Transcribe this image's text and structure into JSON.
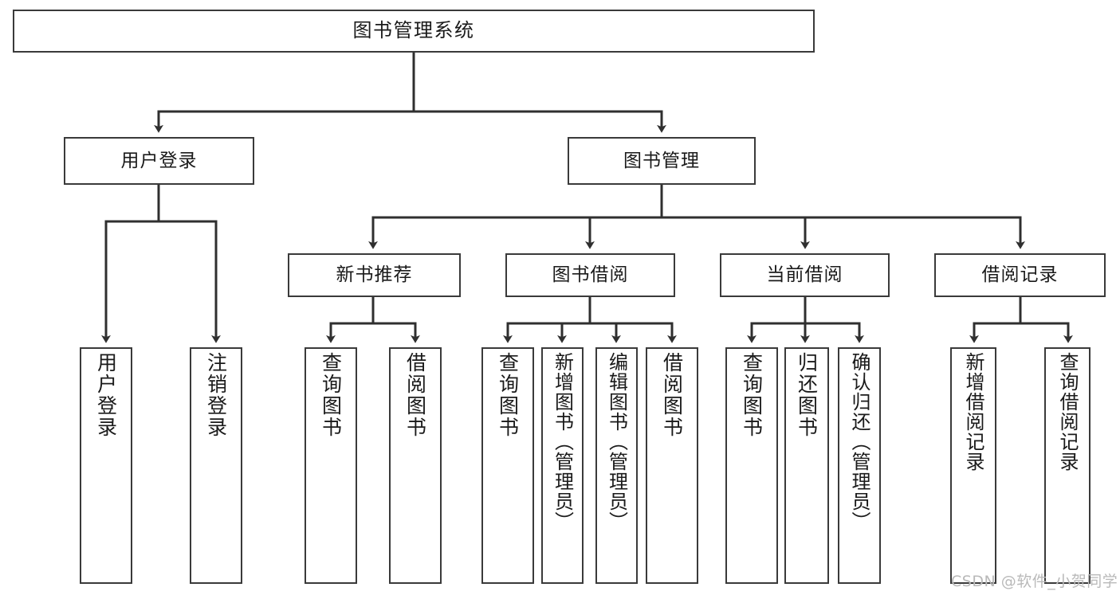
{
  "diagram": {
    "type": "tree-hierarchy",
    "title": "图书管理系统",
    "watermark": "CSDN @软件_小贺同学",
    "colors": {
      "background": "#ffffff",
      "stroke": "#3a3a3a",
      "text": "#1a1a1a",
      "watermark": "#b9b9b9"
    },
    "nodes": {
      "root": {
        "label": "图书管理系统"
      },
      "level2": [
        {
          "id": "user-login",
          "label": "用户登录"
        },
        {
          "id": "book-manage",
          "label": "图书管理"
        }
      ],
      "level3": [
        {
          "id": "new-book-recommend",
          "label": "新书推荐"
        },
        {
          "id": "book-borrow",
          "label": "图书借阅"
        },
        {
          "id": "current-borrow",
          "label": "当前借阅"
        },
        {
          "id": "borrow-record",
          "label": "借阅记录"
        }
      ],
      "leaves": {
        "user_login": [
          {
            "id": "leaf-user-login",
            "label": "用户登录"
          },
          {
            "id": "leaf-logout-login",
            "label": "注销登录"
          }
        ],
        "new_book_recommend": [
          {
            "id": "leaf-query-book-1",
            "label": "查询图书"
          },
          {
            "id": "leaf-borrow-book-1",
            "label": "借阅图书"
          }
        ],
        "book_borrow": [
          {
            "id": "leaf-query-book-2",
            "label": "查询图书"
          },
          {
            "id": "leaf-add-book",
            "label": "新增图书（管理员）"
          },
          {
            "id": "leaf-edit-book",
            "label": "编辑图书（管理员）"
          },
          {
            "id": "leaf-borrow-book-2",
            "label": "借阅图书"
          }
        ],
        "current_borrow": [
          {
            "id": "leaf-query-book-3",
            "label": "查询图书"
          },
          {
            "id": "leaf-return-book",
            "label": "归还图书"
          },
          {
            "id": "leaf-confirm-return",
            "label": "确认归还（管理员）"
          }
        ],
        "borrow_record": [
          {
            "id": "leaf-add-borrow-record",
            "label": "新增借阅记录"
          },
          {
            "id": "leaf-query-borrow-record",
            "label": "查询借阅记录"
          }
        ]
      }
    }
  }
}
